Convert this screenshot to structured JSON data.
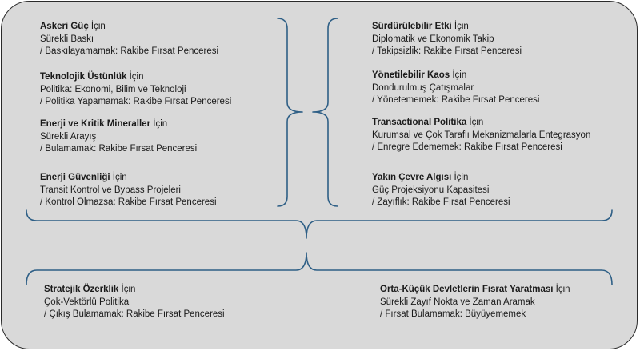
{
  "left_column": [
    {
      "title_bold": "Askeri Güç",
      "title_rest": " İçin",
      "line1": "Sürekli Baskı",
      "line2": "/ Baskılayamamak: Rakibe Fırsat Penceresi"
    },
    {
      "title_bold": "Teknolojik Üstünlük",
      "title_rest": " İçin",
      "line1": "Politika: Ekonomi, Bilim ve Teknoloji",
      "line2": "/ Politika Yapamamak: Rakibe Fırsat Penceresi"
    },
    {
      "title_bold": "Enerji ve Kritik Mineraller",
      "title_rest": " İçin",
      "line1": "Sürekli Arayış",
      "line2": "/ Bulamamak: Rakibe Fırsat Penceresi"
    },
    {
      "title_bold": "Enerji Güvenliği",
      "title_rest": " İçin",
      "line1": "Transit Kontrol ve Bypass Projeleri",
      "line2": "/ Kontrol Olmazsa: Rakibe Fırsat Penceresi"
    }
  ],
  "right_column": [
    {
      "title_bold": "Sürdürülebilir Etki",
      "title_rest": " İçin",
      "line1": "Diplomatik ve Ekonomik Takip",
      "line2": "/ Takipsizlik: Rakibe Fırsat Penceresi"
    },
    {
      "title_bold": "Yönetilebilir Kaos",
      "title_rest": " İçin",
      "line1": "Dondurulmuş Çatışmalar",
      "line2": "/ Yönetememek: Rakibe Fırsat Penceresi"
    },
    {
      "title_bold": "Transactional Politika",
      "title_rest": " İçin",
      "line1": "Kurumsal ve Çok Taraflı Mekanizmalarla Entegrasyon",
      "line2": "/ Enregre Edememek: Rakibe Fırsat Penceresi"
    },
    {
      "title_bold": "Yakın Çevre Algısı",
      "title_rest": " İçin",
      "line1": "Güç Projeksiyonu Kapasitesi",
      "line2": "/ Zayıflık: Rakibe Fırsat Penceresi"
    }
  ],
  "bottom": [
    {
      "title_bold": "Stratejik Özerklik",
      "title_rest": " İçin",
      "line1": "Çok-Vektörlü Politika",
      "line2": "/ Çıkış Bulamamak: Rakibe Fırsat Penceresi"
    },
    {
      "title_bold": "Orta-Küçük Devletlerin Fısrat Yaratması",
      "title_rest": " İçin",
      "line1": "Sürekli Zayıf Nokta ve Zaman Aramak",
      "line2": "/ Fırsat Bulamamak: Büyüyememek"
    }
  ],
  "colors": {
    "brace": "#2e5f86",
    "panel": "#d9d9d9",
    "border": "#2b2b2b"
  }
}
